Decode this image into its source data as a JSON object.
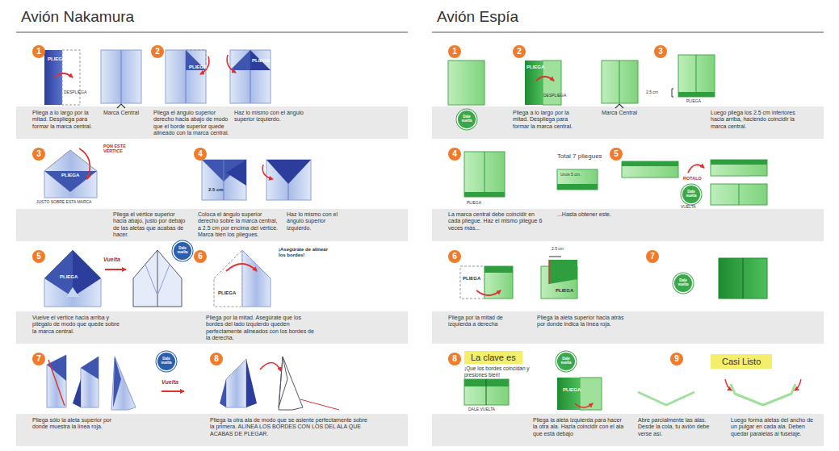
{
  "diagram": {
    "nodes": [
      {
        "text": [
          "Avión Nakamura"
        ]
      },
      {
        "text": [
          "Avión Espía"
        ]
      },
      {
        "text": [
          "1"
        ],
        "in": 0
      },
      {
        "text": [
          "2"
        ],
        "in": 0
      },
      {
        "text": [
          "3"
        ],
        "in": 0
      },
      {
        "text": [
          "4"
        ],
        "in": 0
      },
      {
        "text": [
          "5"
        ],
        "in": 0
      },
      {
        "text": [
          "6"
        ],
        "in": 0
      },
      {
        "text": [
          "7"
        ],
        "in": 0
      },
      {
        "text": [
          "8"
        ],
        "in": 0
      },
      {
        "text": [
          "1"
        ],
        "in": 1
      },
      {
        "text": [
          "2"
        ],
        "in": 1
      },
      {
        "text": [
          "3"
        ],
        "in": 1
      },
      {
        "text": [
          "4"
        ],
        "in": 1
      },
      {
        "text": [
          "5"
        ],
        "in": 1
      },
      {
        "text": [
          "6"
        ],
        "in": 1
      },
      {
        "text": [
          "7"
        ],
        "in": 1
      },
      {
        "text": [
          "8"
        ],
        "in": 1
      },
      {
        "text": [
          "9"
        ],
        "in": 1
      },
      {
        "text": [
          "La clave es",
          "¡Que los bordes coincidan y presiones bien!"
        ],
        "in": 1
      },
      {
        "text": [
          "Casi Listo"
        ],
        "in": 1
      },
      {
        "text": [
          "Dale vuelta"
        ],
        "in": 0
      },
      {
        "text": [
          "Dale vuelta"
        ],
        "in": 0
      },
      {
        "text": [
          "Dale vuelta"
        ],
        "in": 1
      },
      {
        "text": [
          "Dale vuelta"
        ],
        "in": 1
      },
      {
        "text": [
          "Dale vuelta"
        ],
        "in": 1
      },
      {
        "text": [
          "Dale vuelta"
        ],
        "in": 1
      }
    ],
    "labels": [
      "PLIEGA",
      "DESPLIEGA",
      "Pliega a lo largo por la mitad. Despliega para formar la marca central.",
      "Marca Central",
      "PLIEGA",
      "Pliega el ángulo superior derecho hacia abajo de modo que el borde superior quede alineado con la marca central.",
      "PLIEGA",
      "Haz lo mismo con el ángulo superior izquierdo.",
      "PON ESTE VÉRTICE",
      "PLIEGA",
      "JUSTO SOBRE ESTA MARCA",
      "Pliega el vértice superior hacia abajo, justo por debajo de las aletas que acabas de hacer.",
      "2.5 cm",
      "Coloca el ángulo superior derecho sobre la marca central, a 2.5 cm por encima del vértice. Marca bien los pliegues.",
      "Haz lo mismo con el ángulo superior izquierdo.",
      "PLIEGA",
      "Vuelta",
      "Vuelve el vértice hacia arriba y pliégalo de modo que quede sobre la marca central.",
      "¡Asegúrate de alinear los bordes!",
      "PLIEGA",
      "Pliega por la mitad. Asegúrate que los bordes del lado izquierdo queden perfectamente alineados con los bordes de la derecha.",
      "Pliega sólo la aleta superior por donde muestra la línea roja.",
      "Vuelta",
      "Pliega la otra ala de modo que se asiente perfectamente sobre la primera. ALINEA LOS BORDES CON LOS DEL ALA QUE ACABAS DE PLEGAR.",
      "PLIEGA",
      "DESPLIEGA",
      "Pliega a lo largo por la mitad. Despliega para formar la marca central.",
      "Marca Central",
      "2.5 cm",
      "PLIEGA",
      "Luego pliega los 2.5 cm inferiores hacia arriba, haciendo coincidir la marca central.",
      "PLIEGA",
      "La marca central debe coincidir en cada pliegue. Haz el mismo pliegue 6 veces más...",
      "Total 7 pliegues",
      "Unos 5 cm.",
      "...Hasta obtener este.",
      "ROTALO",
      "VUELTA",
      "PLIEGA",
      "Pliega por la mitad de izquierda a derecha",
      "2.5 cm",
      "PLIEGA",
      "Pliega la aleta superior hacia atrás por donde indica la línea roja.",
      "DALE VUELTA",
      "PLIEGA",
      "Pliega la aleta izquierda para hacer la otra ala. Hazla coincidir con el ala que está debajo",
      "Abre parcialmente las alas. Desde la cola, tu avión debe verse así.",
      "Luego forma aletas del ancho de un pulgar en cada ala. Deben quedar paralelas al fuselaje."
    ]
  }
}
